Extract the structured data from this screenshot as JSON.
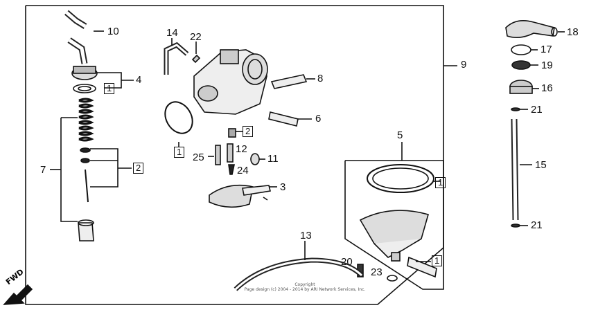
{
  "callouts": {
    "n1": "1",
    "n2": "2",
    "n3": "3",
    "n4": "4",
    "n5": "5",
    "n6": "6",
    "n7": "7",
    "n8": "8",
    "n9": "9",
    "n10": "10",
    "n11": "11",
    "n12": "12",
    "n13": "13",
    "n14": "14",
    "n15": "15",
    "n16": "16",
    "n17": "17",
    "n18": "18",
    "n19": "19",
    "n20": "20",
    "n21": "21",
    "n22": "22",
    "n23": "23",
    "n24": "24",
    "n25": "25"
  },
  "footer": {
    "copyright_title": "Copyright",
    "copyright_line": "Page design (c) 2004 - 2014 by ARI Network Services, Inc."
  },
  "direction": {
    "fwd": "FWD"
  },
  "colors": {
    "ink": "#111111",
    "paper": "#ffffff"
  }
}
